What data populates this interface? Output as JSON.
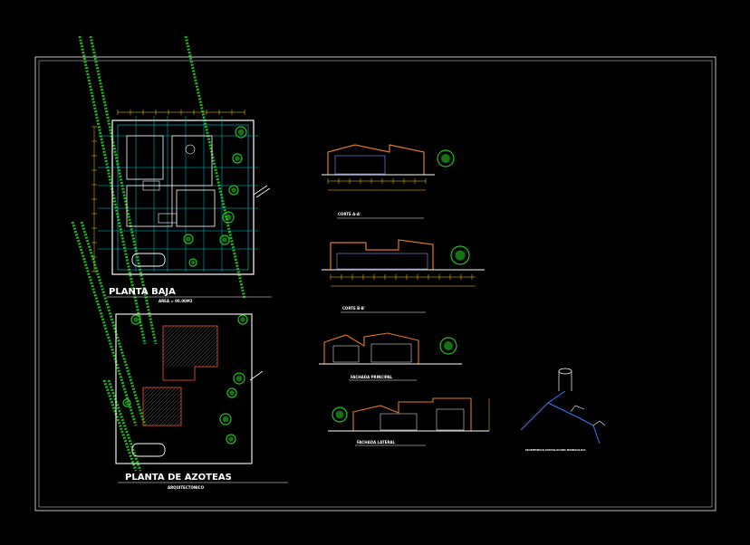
{
  "drawing": {
    "background": "#000000",
    "frame_color": "#bfbfbf",
    "colors": {
      "wall": "#ffffff",
      "grid": "#00c8d8",
      "dim": "#ffd400",
      "tree": "#22c21e",
      "roof": "#c8442a",
      "facade": "#e07a1c",
      "pipe": "#3a7bff"
    },
    "labels": {
      "plan_ground": "PLANTA BAJA",
      "plan_ground_area": "AREA = 00.00M2",
      "plan_roof": "PLANTA DE AZOTEAS",
      "plan_roof_sub": "ARQUITECTONICO",
      "section_a": "CORTE A-A'",
      "section_b": "CORTE B-B'",
      "facade_main": "FACHADA PRINCIPAL",
      "facade_side": "FACHADA LATERAL",
      "isometric": "ISOMETRICO INSTALACION HIDRAULICA"
    }
  }
}
